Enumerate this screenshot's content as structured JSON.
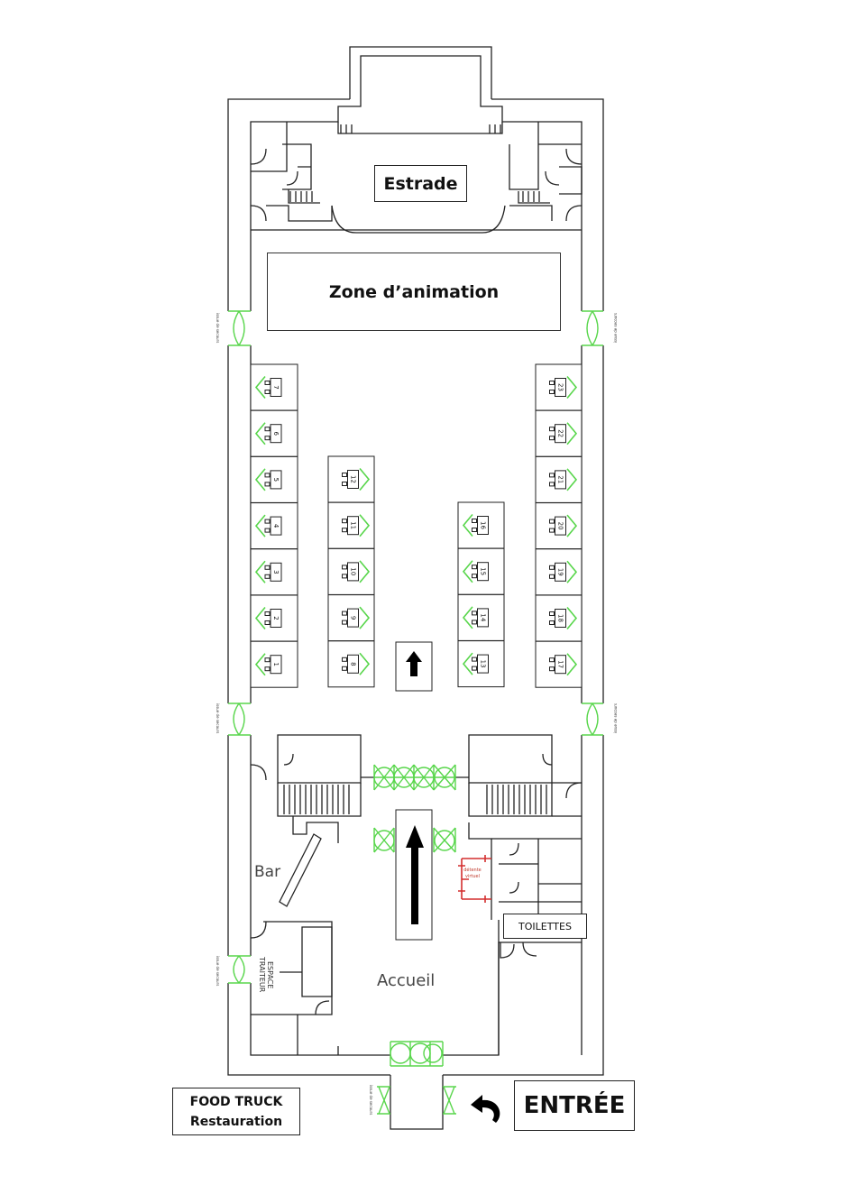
{
  "labels": {
    "estrade": "Estrade",
    "zone_animation": "Zone d’animation",
    "bar": "Bar",
    "accueil": "Accueil",
    "espace_traiteur": "ESPACE TRAITEUR",
    "toilettes": "TOILETTES",
    "food_truck_line1": "FOOD TRUCK",
    "food_truck_line2": "Restauration",
    "entree": "ENTRÉE",
    "detente_line1": "détente",
    "detente_line2": "virtuel",
    "issue_secours": "issue de secours"
  },
  "stands": {
    "left_wall": [
      "7",
      "6",
      "5",
      "4",
      "3",
      "2",
      "1"
    ],
    "center_left": [
      "12",
      "11",
      "10",
      "9",
      "8"
    ],
    "center_right": [
      "16",
      "15",
      "14",
      "13"
    ],
    "right_wall": [
      "23",
      "22",
      "21",
      "20",
      "19",
      "18",
      "17"
    ]
  },
  "colors": {
    "wall": "#222222",
    "door_green": "#58d64b",
    "detente_red": "#d32f2f",
    "arrow": "#000000"
  },
  "icons": {
    "direction_arrow": "arrow-up-icon",
    "entrance_arrow": "curved-arrow-icon",
    "door": "double-door-icon",
    "stand": "stand-icon"
  }
}
